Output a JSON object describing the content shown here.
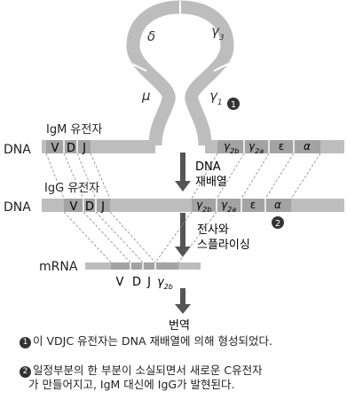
{
  "loop": {
    "delta": "δ",
    "gamma3": "γ",
    "gamma3_sub": "3",
    "mu": "μ",
    "gamma1": "γ",
    "gamma1_sub": "1",
    "marker": "1"
  },
  "dna_row": {
    "label": "DNA",
    "gene_label": "IgM 유전자",
    "segments": [
      "V",
      "D",
      "J"
    ],
    "constant_segments": [
      {
        "symbol": "γ",
        "sub": "2b"
      },
      {
        "symbol": "γ",
        "sub": "2a"
      },
      {
        "symbol": "ε",
        "sub": ""
      },
      {
        "symbol": "α",
        "sub": ""
      }
    ]
  },
  "step1_label": [
    "DNA",
    "재배열"
  ],
  "igg_row": {
    "label": "DNA",
    "gene_label": "IgG 유전자",
    "segments": [
      "V",
      "D",
      "J"
    ],
    "constant_segments": [
      {
        "symbol": "γ",
        "sub": "2b"
      },
      {
        "symbol": "γ",
        "sub": "2a"
      },
      {
        "symbol": "ε",
        "sub": ""
      },
      {
        "symbol": "α",
        "sub": ""
      }
    ],
    "marker": "2"
  },
  "step2_label": [
    "전사와",
    "스플라이싱"
  ],
  "mrna_row": {
    "label": "mRNA",
    "segments": [
      "V",
      "D",
      "J"
    ],
    "constant": {
      "symbol": "γ",
      "sub": "2b"
    }
  },
  "step3_label": "번역",
  "notes": [
    {
      "num": "1",
      "text": "이 VDJC 유전자는 DNA 재배열에 의해 형성되었다."
    },
    {
      "num": "2",
      "text": "일정부분의 한 부분이 소실되면서 새로운 C유전자",
      "text2": "가 만들어지고, IgM 대신에 IgG가 발현된다."
    }
  ],
  "colors": {
    "strand": "#bdbdbd",
    "segment": "#a3a3a3",
    "loop": "#bdbdbd",
    "arrow": "#555555"
  }
}
